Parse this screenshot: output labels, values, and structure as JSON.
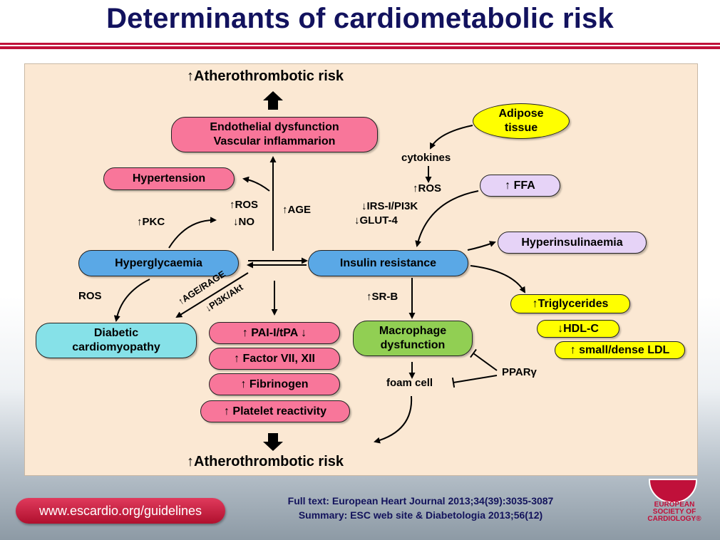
{
  "title": "Determinants of cardiometabolic risk",
  "top_outcome": "↑Atherothrombotic risk",
  "bottom_outcome": "↑Atherothrombotic risk",
  "nodes": {
    "endothelial_1": "Endothelial dysfunction",
    "endothelial_2": "Vascular inflammarion",
    "hypertension": "Hypertension",
    "hyperglycaemia": "Hyperglycaemia",
    "insulin_resistance": "Insulin resistance",
    "diabetic_1": "Diabetic",
    "diabetic_2": "cardiomyopathy",
    "pai": "↑ PAI-I/tPA ↓",
    "factor": "↑ Factor VII, XII",
    "fibrinogen": "↑ Fibrinogen",
    "platelet": "↑ Platelet reactivity",
    "macrophage_1": "Macrophage",
    "macrophage_2": "dysfunction",
    "adipose_1": "Adipose",
    "adipose_2": "tissue",
    "ffa": "↑ FFA",
    "hyperinsulinaemia": "Hyperinsulinaemia",
    "triglycerides": "↑Triglycerides",
    "hdl": "↓HDL-C",
    "ldl": "↑ small/dense LDL"
  },
  "labels": {
    "pkc": "↑PKC",
    "ros_up": "↑ROS",
    "no_down": "↓NO",
    "age": "↑AGE",
    "ros_left": "ROS",
    "age_race": "↑AGE/RAGE",
    "pi3k_akt": "↓PI3K/Akt",
    "cytokines": "cytokines",
    "ros_right": "↑ROS",
    "irs": "↓IRS-I/PI3K",
    "glut": "↓GLUT-4",
    "srb": "↑SR-B",
    "foam_cell": "foam cell",
    "ppar": "PPARγ"
  },
  "footer": {
    "url": "www.escardio.org/guidelines",
    "fulltext": "Full text: European Heart Journal 2013;34(39):3035-3087",
    "summary": "Summary: ESC web site & Diabetologia 2013;56(12)",
    "logo_line1": "EUROPEAN",
    "logo_line2": "SOCIETY OF",
    "logo_line3": "CARDIOLOGY®"
  },
  "colors": {
    "title": "#12125e",
    "accent": "#c0103a",
    "panel": "#fbe8d3",
    "pink": "#f8769a",
    "blue": "#5aa8e6",
    "cyan": "#86e1e8",
    "green": "#91cf53",
    "lavender": "#e6d3f7",
    "yellow": "#ffff00"
  }
}
